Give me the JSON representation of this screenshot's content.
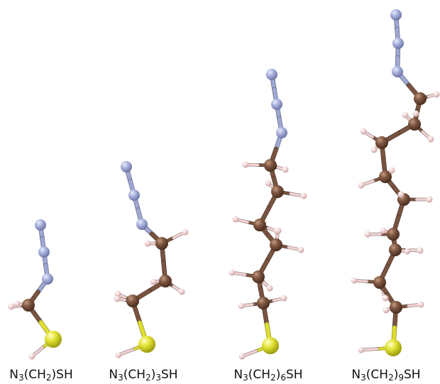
{
  "colors": {
    "background": "#ffffff",
    "nitrogen": "#9fa8d2",
    "carbon": "#7a5440",
    "hydrogen": "#f0d2d2",
    "sulfur": "#dede2e"
  },
  "molecules": [
    {
      "prefix": "N",
      "n1": "3",
      "mid": "(CH",
      "n2": "2",
      "mid2": ")",
      "n3": "",
      "suffix": "SH"
    },
    {
      "prefix": "N",
      "n1": "3",
      "mid": "(CH",
      "n2": "2",
      "mid2": ")",
      "n3": "3",
      "suffix": "SH"
    },
    {
      "prefix": "N",
      "n1": "3",
      "mid": "(CH",
      "n2": "2",
      "mid2": ")",
      "n3": "6",
      "suffix": "SH"
    },
    {
      "prefix": "N",
      "n1": "3",
      "mid": "(CH",
      "n2": "2",
      "mid2": ")",
      "n3": "9",
      "suffix": "SH"
    }
  ]
}
